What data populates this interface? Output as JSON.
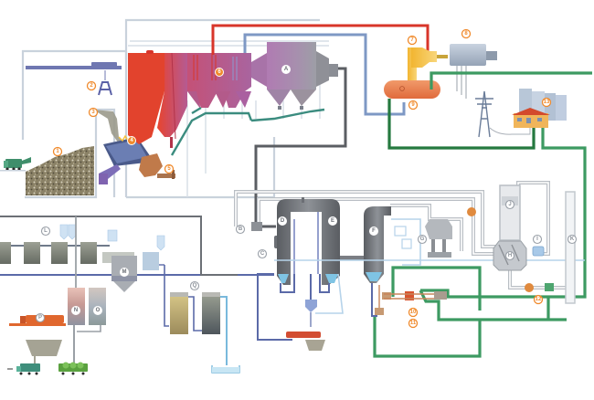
{
  "title": "Waste-to-energy incineration plant process diagram",
  "colors": {
    "flue_gas": "#d8352a",
    "feed_water": "#7e98c4",
    "district_heating": "#3d9a62",
    "label_orange": "#f08a2c",
    "label_grey": "#9aa0a8"
  },
  "labels_numbered": [
    {
      "id": "1",
      "text": "1",
      "component": "waste bunker"
    },
    {
      "id": "2",
      "text": "2",
      "component": "crane grab"
    },
    {
      "id": "3",
      "text": "3",
      "component": "feed hopper"
    },
    {
      "id": "4",
      "text": "4",
      "component": "grate furnace"
    },
    {
      "id": "5",
      "text": "5",
      "component": "bottom ash discharger"
    },
    {
      "id": "6",
      "text": "6",
      "component": "boiler"
    },
    {
      "id": "7",
      "text": "7",
      "component": "steam turbine"
    },
    {
      "id": "8",
      "text": "8",
      "component": "generator"
    },
    {
      "id": "9",
      "text": "9",
      "component": "condenser"
    },
    {
      "id": "10",
      "text": "10",
      "component": "heat exchanger"
    },
    {
      "id": "11",
      "text": "11",
      "component": "heat exchanger"
    },
    {
      "id": "12",
      "text": "12",
      "component": "pump"
    },
    {
      "id": "13",
      "text": "13",
      "component": "district heating consumers"
    }
  ],
  "labels_lettered": [
    {
      "id": "A",
      "text": "A",
      "component": "electrostatic precipitator"
    },
    {
      "id": "B",
      "text": "B",
      "component": "valve junction"
    },
    {
      "id": "C",
      "text": "C",
      "component": "quench"
    },
    {
      "id": "D",
      "text": "D",
      "component": "scrubber 1"
    },
    {
      "id": "E",
      "text": "E",
      "component": "scrubber 2"
    },
    {
      "id": "F",
      "text": "F",
      "component": "scrubber 3"
    },
    {
      "id": "G",
      "text": "G",
      "component": "reagent dosing"
    },
    {
      "id": "H",
      "text": "H",
      "component": "heat exchanger"
    },
    {
      "id": "I",
      "text": "I",
      "component": "fan"
    },
    {
      "id": "J",
      "text": "J",
      "component": "catalytic reactor"
    },
    {
      "id": "K",
      "text": "K",
      "component": "stack"
    },
    {
      "id": "L",
      "text": "L",
      "component": "wastewater treatment tanks"
    },
    {
      "id": "M",
      "text": "M",
      "component": "settling tank"
    },
    {
      "id": "N",
      "text": "N",
      "component": "sludge tank"
    },
    {
      "id": "O",
      "text": "O",
      "component": "sludge tank"
    },
    {
      "id": "P",
      "text": "P",
      "component": "filter press"
    },
    {
      "id": "Q",
      "text": "Q",
      "component": "filters"
    }
  ]
}
